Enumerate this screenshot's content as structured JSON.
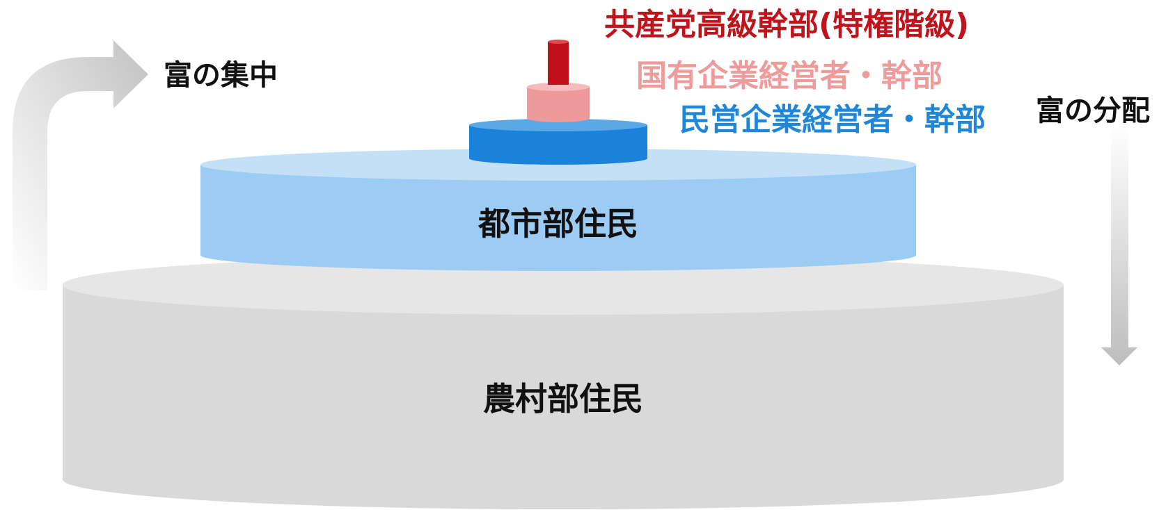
{
  "diagram": {
    "tiers": {
      "party_elite": {
        "label": "共産党高級幹部(特権階級)",
        "color": "#C0141C"
      },
      "soe_managers": {
        "label": "国有企業経営者・幹部",
        "color": "#EE9B9B"
      },
      "private_managers": {
        "label": "民営企業経営者・幹部",
        "color": "#1F86D8"
      },
      "urban": {
        "label": "都市部住民",
        "color": "#9CCBF2",
        "text_color": "#111111"
      },
      "rural": {
        "label": "農村部住民",
        "color": "#DADADA",
        "text_color": "#111111"
      }
    },
    "arrows": {
      "concentration": {
        "label": "富の集中",
        "icon": "curved-up-right-arrow-icon"
      },
      "distribution": {
        "label": "富の分配",
        "icon": "down-arrow-icon"
      }
    }
  }
}
